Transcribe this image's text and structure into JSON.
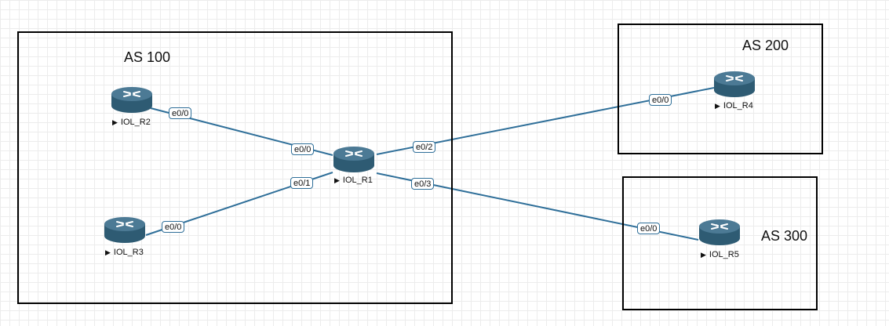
{
  "areas": [
    {
      "id": "as100",
      "label": "AS 100"
    },
    {
      "id": "as200",
      "label": "AS 200"
    },
    {
      "id": "as300",
      "label": "AS 300"
    }
  ],
  "routers": [
    {
      "id": "r1",
      "name": "IOL_R1"
    },
    {
      "id": "r2",
      "name": "IOL_R2"
    },
    {
      "id": "r3",
      "name": "IOL_R3"
    },
    {
      "id": "r4",
      "name": "IOL_R4"
    },
    {
      "id": "r5",
      "name": "IOL_R5"
    }
  ],
  "links": [
    {
      "from": "r2",
      "from_port": "e0/0",
      "to": "r1",
      "to_port": "e0/0"
    },
    {
      "from": "r3",
      "from_port": "e0/0",
      "to": "r1",
      "to_port": "e0/1"
    },
    {
      "from": "r1",
      "from_port": "e0/2",
      "to": "r4",
      "to_port": "e0/0"
    },
    {
      "from": "r1",
      "from_port": "e0/3",
      "to": "r5",
      "to_port": "e0/0"
    }
  ],
  "colors": {
    "link": "#2f6f99",
    "router": "#4c7a95",
    "router_dark": "#2e5b73"
  },
  "icons": {
    "router": "router-icon",
    "start": "play-triangle-icon"
  }
}
